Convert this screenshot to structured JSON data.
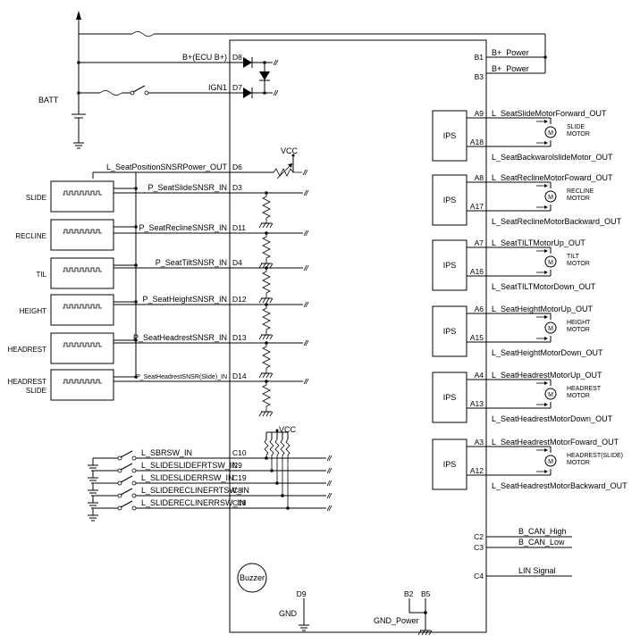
{
  "ecu": {
    "power_pins": [
      {
        "pin": "D8",
        "label": "B+(ECU B+)"
      },
      {
        "pin": "D7",
        "label": "IGN1"
      }
    ],
    "b_plus": [
      {
        "pin": "B1",
        "label": "B+_Power"
      },
      {
        "pin": "B3",
        "label": "B+_Power"
      }
    ],
    "batt_label": "BATT",
    "vcc_label": "VCC",
    "sensor_power": {
      "pin": "D6",
      "label": "L_SeatPositionSNSRPower_OUT"
    },
    "sensors": [
      {
        "name": "SLIDE",
        "pin": "D3",
        "signal": "P_SeatSlideSNSR_IN"
      },
      {
        "name": "RECLINE",
        "pin": "D11",
        "signal": "P_SeatReclineSNSR_IN"
      },
      {
        "name": "TIL",
        "pin": "D4",
        "signal": "P_SeatTiltSNSR_IN"
      },
      {
        "name": "HEIGHT",
        "pin": "D12",
        "signal": "P_SeatHeightSNSR_IN"
      },
      {
        "name": "HEADREST",
        "pin": "D13",
        "signal": "P_SeatHeadrestSNSR_IN"
      },
      {
        "name": "HEADREST SLIDE",
        "pin": "D14",
        "signal": "P_SeatHeadrestSNSR(Slide)_IN"
      }
    ],
    "switches": [
      {
        "pin": "C10",
        "label": "L_SBRSW_IN"
      },
      {
        "pin": "C9",
        "label": "L_SLIDESLIDEFRTSW_IN"
      },
      {
        "pin": "C19",
        "label": "L_SLIDESLIDERRSW_IN"
      },
      {
        "pin": "C8",
        "label": "L_SLIDERECLINEFRTSW_IN"
      },
      {
        "pin": "C18",
        "label": "L_SLIDERECLINERRSW_IN"
      }
    ],
    "ips_label": "IPS",
    "motors": [
      {
        "motor": "SLIDE MOTOR",
        "fwd_pin": "A9",
        "fwd": "L_SeatSlideMotorForward_OUT",
        "bwd_pin": "A18",
        "bwd": "L_SeatBackwarolslideMotor_OUT"
      },
      {
        "motor": "RECLINE MOTOR",
        "fwd_pin": "A8",
        "fwd": "L_SeatReclineMotorFoward_OUT",
        "bwd_pin": "A17",
        "bwd": "L_SeatReclineMotorBackward_OUT"
      },
      {
        "motor": "TILT MOTOR",
        "fwd_pin": "A7",
        "fwd": "L_SeatTILTMotorUp_OUT",
        "bwd_pin": "A16",
        "bwd": "L_SeatTILTMotorDown_OUT"
      },
      {
        "motor": "HEIGHT MOTOR",
        "fwd_pin": "A6",
        "fwd": "L_SeatHeightMotorUp_OUT",
        "bwd_pin": "A15",
        "bwd": "L_SeatHeightMotorDown_OUT"
      },
      {
        "motor": "HEADREST MOTOR",
        "fwd_pin": "A4",
        "fwd": "L_SeatHeadrestMotorUp_OUT",
        "bwd_pin": "A13",
        "bwd": "L_SeatHeadrestMotorDown_OUT"
      },
      {
        "motor": "HEADREST(SLIDE) MOTOR",
        "fwd_pin": "A3",
        "fwd": "L_SeatHeadrestMotorFoward_OUT",
        "bwd_pin": "A12",
        "bwd": "L_SeatHeadrestMotorBackward_OUT"
      }
    ],
    "motor_symbol": "M",
    "can": [
      {
        "pin": "C2",
        "label": "B_CAN_High"
      },
      {
        "pin": "C3",
        "label": "B_CAN_Low"
      }
    ],
    "lin": {
      "pin": "C4",
      "label": "LIN Signal"
    },
    "buzzer": "Buzzer",
    "gnd": {
      "pin": "D9",
      "label": "GND"
    },
    "gnd_power": {
      "pins": [
        "B2",
        "B5"
      ],
      "label": "GND_Power"
    }
  }
}
